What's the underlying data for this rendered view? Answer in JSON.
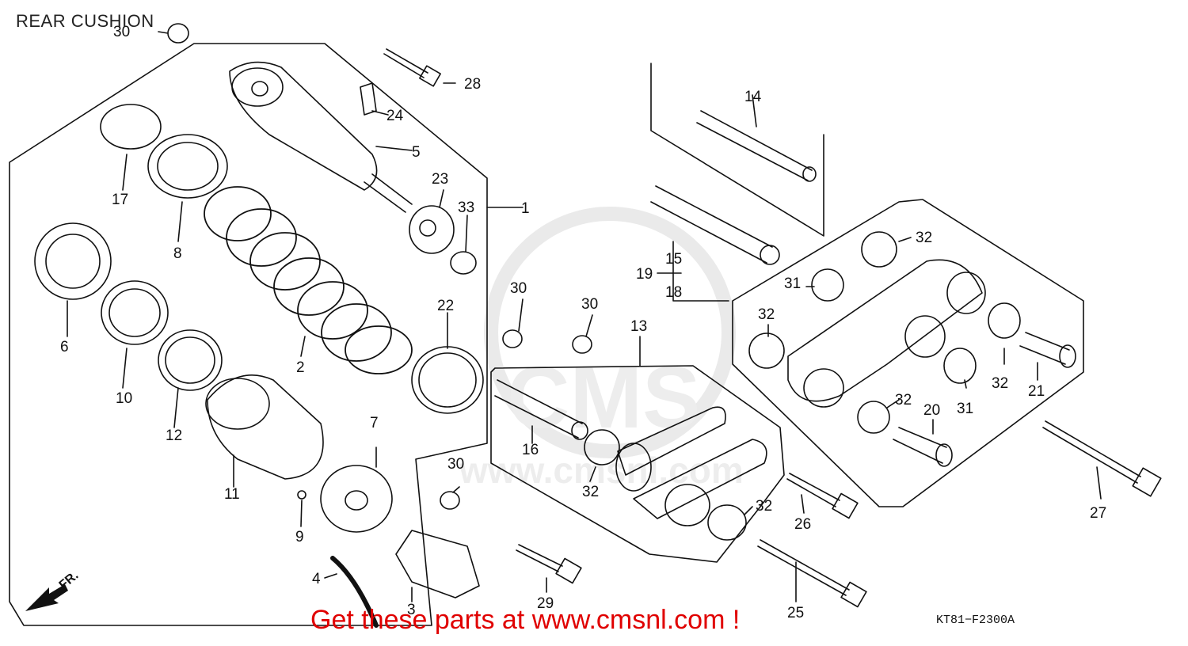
{
  "title": "REAR CUSHION",
  "footer_text": "Get these parts at www.cmsnl.com !",
  "diagram_code": "KT81−F2300A",
  "direction_label": "FR.",
  "watermark_text": "CMS",
  "watermark_url": "www.cmsnl.com",
  "colors": {
    "line": "#111111",
    "footer": "#e00000",
    "watermark": "#cfcfcf"
  },
  "callouts": [
    {
      "id": "1",
      "text": "1"
    },
    {
      "id": "2",
      "text": "2"
    },
    {
      "id": "3",
      "text": "3"
    },
    {
      "id": "4",
      "text": "4"
    },
    {
      "id": "5",
      "text": "5"
    },
    {
      "id": "6",
      "text": "6"
    },
    {
      "id": "7",
      "text": "7"
    },
    {
      "id": "8",
      "text": "8"
    },
    {
      "id": "9",
      "text": "9"
    },
    {
      "id": "10",
      "text": "10"
    },
    {
      "id": "11",
      "text": "11"
    },
    {
      "id": "12",
      "text": "12"
    },
    {
      "id": "13",
      "text": "13"
    },
    {
      "id": "14",
      "text": "14"
    },
    {
      "id": "15",
      "text": "15"
    },
    {
      "id": "16",
      "text": "16"
    },
    {
      "id": "17",
      "text": "17"
    },
    {
      "id": "18",
      "text": "18"
    },
    {
      "id": "19",
      "text": "19"
    },
    {
      "id": "20",
      "text": "20"
    },
    {
      "id": "21",
      "text": "21"
    },
    {
      "id": "22",
      "text": "22"
    },
    {
      "id": "23",
      "text": "23"
    },
    {
      "id": "24",
      "text": "24"
    },
    {
      "id": "25",
      "text": "25"
    },
    {
      "id": "26",
      "text": "26"
    },
    {
      "id": "27",
      "text": "27"
    },
    {
      "id": "28",
      "text": "28"
    },
    {
      "id": "29",
      "text": "29"
    },
    {
      "id": "30a",
      "text": "30"
    },
    {
      "id": "30b",
      "text": "30"
    },
    {
      "id": "30c",
      "text": "30"
    },
    {
      "id": "30d",
      "text": "30"
    },
    {
      "id": "31a",
      "text": "31"
    },
    {
      "id": "31b",
      "text": "31"
    },
    {
      "id": "32a",
      "text": "32"
    },
    {
      "id": "32b",
      "text": "32"
    },
    {
      "id": "32c",
      "text": "32"
    },
    {
      "id": "32d",
      "text": "32"
    },
    {
      "id": "32e",
      "text": "32"
    },
    {
      "id": "32f",
      "text": "32"
    },
    {
      "id": "33",
      "text": "33"
    }
  ]
}
